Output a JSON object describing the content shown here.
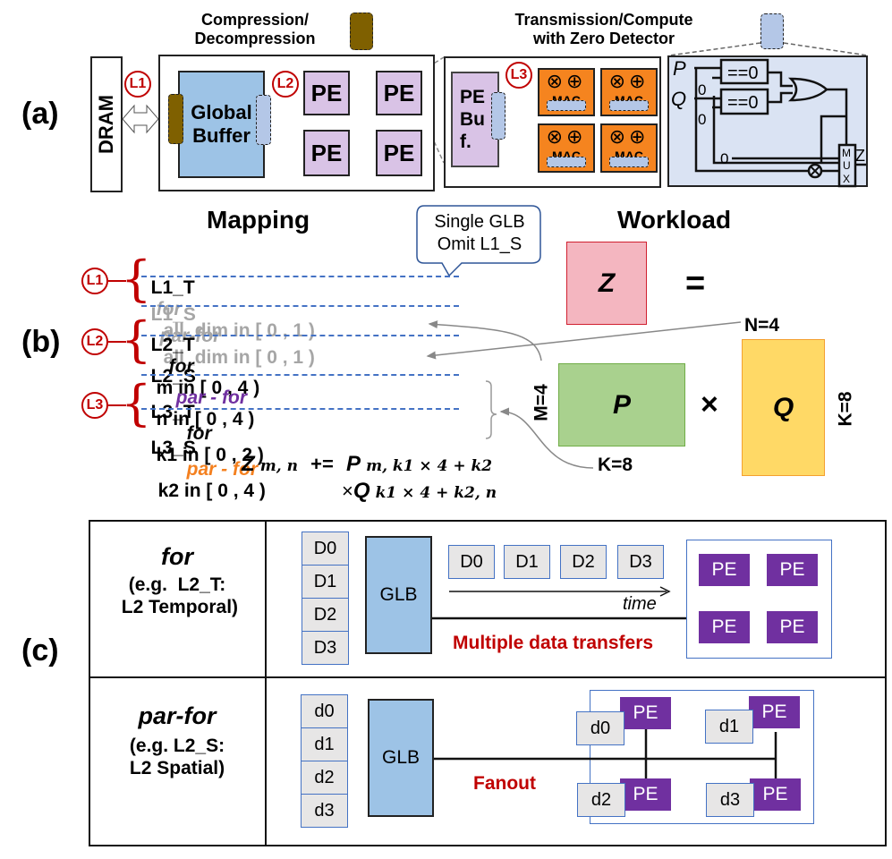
{
  "panel_a": {
    "label": "(a)",
    "compression_caption_line1": "Compression/",
    "compression_caption_line2": "Decompression",
    "transmission_caption_line1": "Transmission/Compute",
    "transmission_caption_line2": "with Zero Detector",
    "dram_label": "DRAM",
    "level_badges": [
      "L1",
      "L2",
      "L3"
    ],
    "global_buffer_line1": "Global",
    "global_buffer_line2": "Buffer",
    "pe_labels": [
      "PE",
      "PE",
      "PE",
      "PE"
    ],
    "pe_buf_lines": [
      "PE",
      "Bu",
      "f."
    ],
    "mac_ops": "⊗⊕",
    "mac_label": "MAC",
    "circuit": {
      "input_p": "P",
      "input_q": "Q",
      "zero_check": "==0",
      "zero_const": "0",
      "mux_letters": [
        "M",
        "U",
        "X"
      ],
      "output": "Z"
    },
    "colors": {
      "compression_unit": "#7f6000",
      "zero_detector": "#b4c7e7",
      "global_buffer": "#9dc3e6",
      "pe": "#d9c3e6",
      "mac": "#f5841f",
      "badge": "#c00000"
    }
  },
  "panel_b": {
    "label": "(b)",
    "mapping_title": "Mapping",
    "workload_title": "Workload",
    "callout_line1": "Single GLB",
    "callout_line2": "Omit L1_S",
    "loops": [
      {
        "level": "L1",
        "name": "L1_T",
        "kw": "for",
        "body": "all_dim in [ 0 , 1 )"
      },
      {
        "level": "L1",
        "name": "L1_S",
        "kw": "par-for",
        "body": "all_dim in [ 0 , 1 )"
      },
      {
        "level": "L2",
        "name": "L2_T",
        "kw": "for",
        "body": "m in [ 0 , 4 )"
      },
      {
        "level": "L2",
        "name": "L2_S",
        "kw": "par - for",
        "body": "n in [ 0 , 4 )"
      },
      {
        "level": "L3",
        "name": "L3_T",
        "kw": "for",
        "body": "k1 in [ 0 , 2 )"
      },
      {
        "level": "L3",
        "name": "L3_S",
        "kw": "par - for",
        "body": "k2 in [ 0 , 4 )"
      }
    ],
    "equation": {
      "z": "Z",
      "z_sub": "m, n",
      "op": "+=",
      "p": "P",
      "p_sub": "m, k1 × 4 + k2",
      "times": "×",
      "q": "Q",
      "q_sub": "k1 × 4 + k2, n"
    },
    "matrices": {
      "z": "Z",
      "equals": "=",
      "p": "P",
      "times": "×",
      "q": "Q",
      "n_dim": "N=4",
      "m_dim": "M=4",
      "k_dim_p": "K=8",
      "k_dim_q": "K=8"
    },
    "colors": {
      "z": "#f4b6c0",
      "p": "#a9d18e",
      "q": "#ffd966",
      "par_for_l2": "#7030a0",
      "par_for_l3": "#f4801f"
    }
  },
  "panel_c": {
    "label": "(c)",
    "rows": [
      {
        "title": "for",
        "desc_line1": "(e.g.  L2_T:",
        "desc_line2": " L2 Temporal)",
        "stack": [
          "D0",
          "D1",
          "D2",
          "D3"
        ],
        "glb": "GLB",
        "sequence": [
          "D0",
          "D1",
          "D2",
          "D3"
        ],
        "time_label": "time",
        "caption": "Multiple data transfers",
        "pes": [
          "PE",
          "PE",
          "PE",
          "PE"
        ]
      },
      {
        "title": "par-for",
        "desc_line1": "(e.g. L2_S:",
        "desc_line2": "L2 Spatial)",
        "stack": [
          "d0",
          "d1",
          "d2",
          "d3"
        ],
        "glb": "GLB",
        "caption": "Fanout",
        "pe_pairs": [
          {
            "data": "d0",
            "pe": "PE"
          },
          {
            "data": "d1",
            "pe": "PE"
          },
          {
            "data": "d2",
            "pe": "PE"
          },
          {
            "data": "d3",
            "pe": "PE"
          }
        ]
      }
    ],
    "colors": {
      "caption": "#c00000",
      "pe": "#7030a0",
      "data": "#e7e6e6",
      "glb": "#9dc3e6"
    }
  }
}
